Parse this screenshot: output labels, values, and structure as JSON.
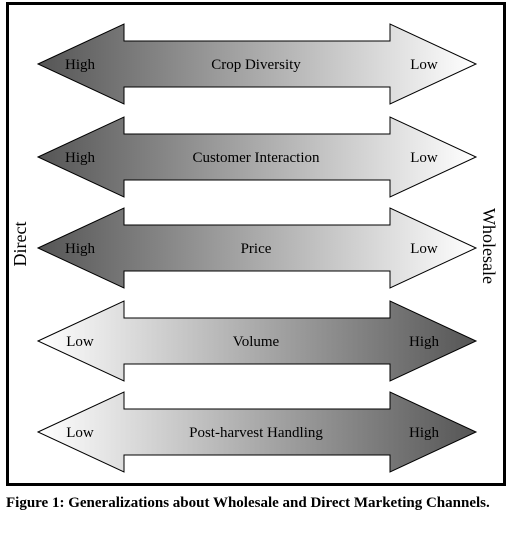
{
  "axis": {
    "left_label": "Direct",
    "right_label": "Wholesale"
  },
  "arrows": [
    {
      "label": "Crop Diversity",
      "left_value": "High",
      "right_value": "Low",
      "dark_side": "left"
    },
    {
      "label": "Customer Interaction",
      "left_value": "High",
      "right_value": "Low",
      "dark_side": "left"
    },
    {
      "label": "Price",
      "left_value": "High",
      "right_value": "Low",
      "dark_side": "left"
    },
    {
      "label": "Volume",
      "left_value": "Low",
      "right_value": "High",
      "dark_side": "right"
    },
    {
      "label": "Post-harvest Handling",
      "left_value": "Low",
      "right_value": "High",
      "dark_side": "right"
    }
  ],
  "colors": {
    "dark": "#555555",
    "light": "#ffffff",
    "stroke": "#000000"
  },
  "caption": "Figure 1: Generalizations about Wholesale and Direct Marketing Channels."
}
